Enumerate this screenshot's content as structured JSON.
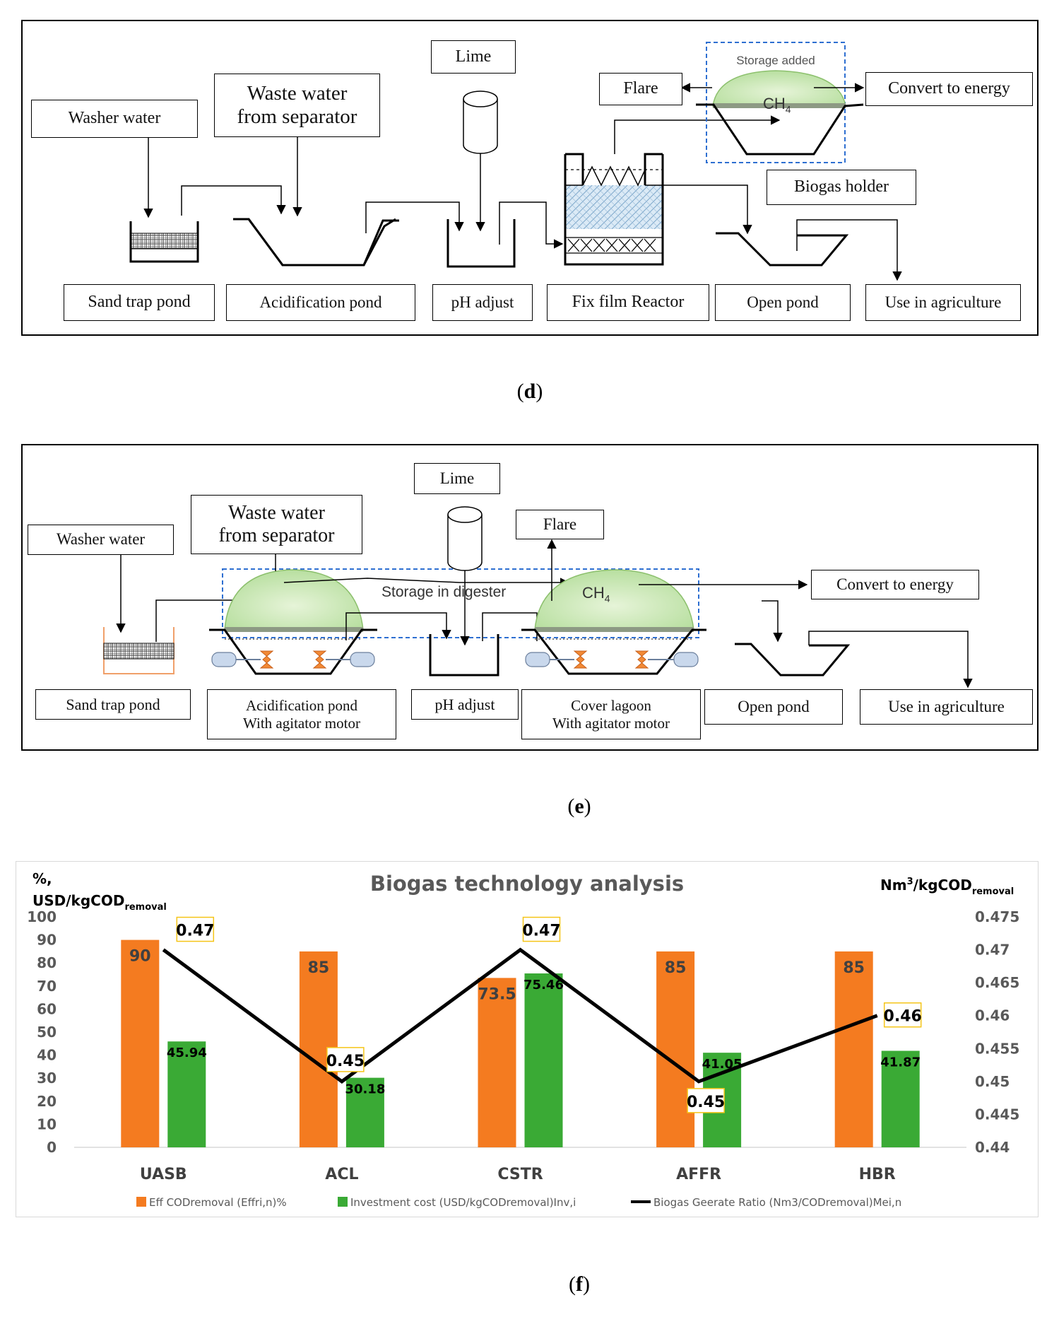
{
  "panel_d": {
    "caption_prefix": "(",
    "caption_letter": "d",
    "caption_suffix": ")",
    "washer_water": "Washer water",
    "waste_water": "Waste water\nfrom separator",
    "lime": "Lime",
    "flare": "Flare",
    "storage_added": "Storage added",
    "ch4": "CH",
    "ch4_sub": "4",
    "convert_energy": "Convert to energy",
    "biogas_holder": "Biogas holder",
    "sand_trap": "Sand trap pond",
    "acidification": "Acidification pond",
    "ph_adjust": "pH adjust",
    "fix_film": "Fix film Reactor",
    "open_pond": "Open pond",
    "agriculture": "Use in agriculture"
  },
  "panel_e": {
    "caption_prefix": "(",
    "caption_letter": "e",
    "caption_suffix": ")",
    "washer_water": "Washer water",
    "waste_water": "Waste water\nfrom separator",
    "lime": "Lime",
    "flare": "Flare",
    "storage_digester": "Storage in digester",
    "ch4": "CH",
    "ch4_sub": "4",
    "convert_energy": "Convert to energy",
    "sand_trap": "Sand trap pond",
    "acidification": "Acidification pond\nWith agitator motor",
    "ph_adjust": "pH adjust",
    "cover_lagoon": "Cover lagoon\nWith agitator motor",
    "open_pond": "Open pond",
    "agriculture": "Use in agriculture"
  },
  "panel_f": {
    "caption_prefix": "(",
    "caption_letter": "f",
    "caption_suffix": ")"
  },
  "chart_data": {
    "type": "bar",
    "title": "Biogas technology analysis",
    "ylabel_left_line1": "%,",
    "ylabel_left_line2": "USD/kgCOD",
    "ylabel_left_sub": "removal",
    "ylabel_right": "Nm",
    "ylabel_right_sup": "3",
    "ylabel_right_rest": "/kgCOD",
    "ylabel_right_sub": "removal",
    "categories": [
      "UASB",
      "ACL",
      "CSTR",
      "AFFR",
      "HBR"
    ],
    "ylim": [
      0,
      100
    ],
    "yticks": [
      "0",
      "10",
      "20",
      "30",
      "40",
      "50",
      "60",
      "70",
      "80",
      "90",
      "100"
    ],
    "y2lim": [
      0.44,
      0.475
    ],
    "y2ticks": [
      "0.44",
      "0.445",
      "0.45",
      "0.455",
      "0.46",
      "0.465",
      "0.47",
      "0.475"
    ],
    "series": [
      {
        "name": "Eff CODremoval (Effri,n)%",
        "type": "bar",
        "color": "#f47b20",
        "values": [
          90,
          85,
          73.5,
          85,
          85
        ],
        "labels": [
          "90",
          "85",
          "73.5",
          "85",
          "85"
        ]
      },
      {
        "name": "Investment cost (USD/kgCODremoval)Inv,i",
        "type": "bar",
        "color": "#3aaa35",
        "values": [
          45.94,
          30.18,
          75.46,
          41.05,
          41.87
        ],
        "labels": [
          "45.94",
          "30.18",
          "75.46",
          "41.05",
          "41.87"
        ]
      },
      {
        "name": "Biogas Geerate Ratio (Nm3/CODremoval)Mei,n",
        "type": "line",
        "axis": "right",
        "color": "#000000",
        "values": [
          0.47,
          0.45,
          0.47,
          0.45,
          0.46
        ],
        "labels": [
          "0.47",
          "0.45",
          "0.47",
          "0.45",
          "0.46"
        ]
      }
    ],
    "grid": false,
    "legend_position": "bottom"
  }
}
